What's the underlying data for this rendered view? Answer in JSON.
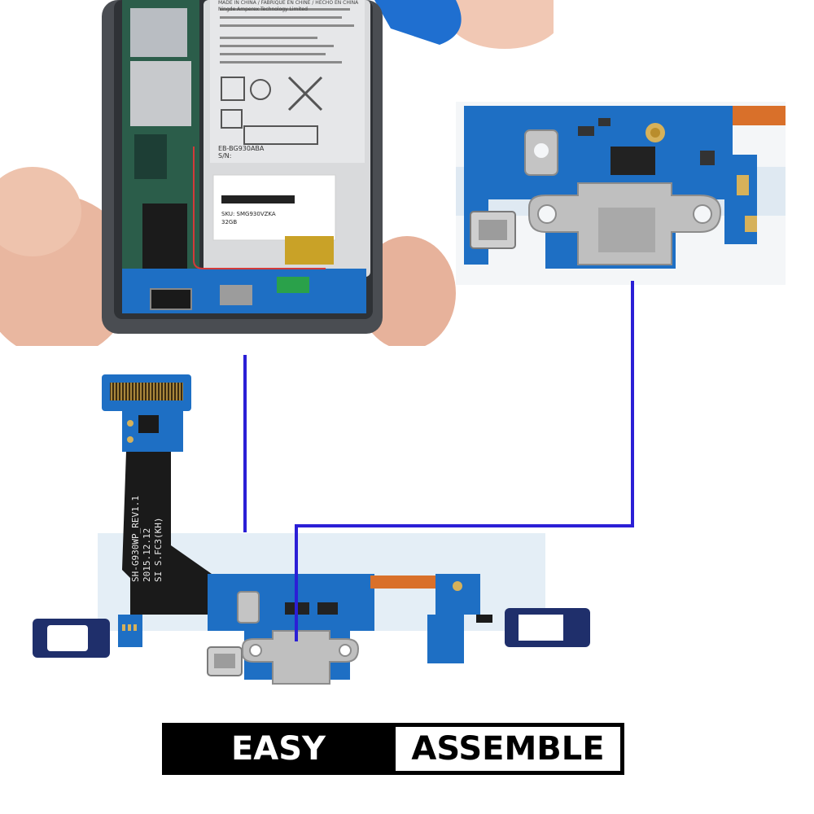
{
  "banner": {
    "left_label": "EASY",
    "right_label": "ASSEMBLE"
  },
  "battery_label": {
    "line1": "MADE IN CHINA / FABRIQUE EN CHINE / HECHO EN CHINA",
    "line2": "Ningde Amperex Technology Limited",
    "model": "EB-BG930ABA",
    "serial_prefix": "S/N:",
    "sticker_line1": "SKU: SMG930VZKA",
    "sticker_line2": "32GB"
  },
  "flex_text": {
    "line1": "SH-G930WP_REV1.1",
    "line2": "2015.12.12",
    "line3": "SI S.FC3(KH)"
  },
  "colors": {
    "pcb_blue": "#1e6fc4",
    "flex_black": "#1a1a1a",
    "connector_metal": "#bfbfbf",
    "pointer_line": "#2b1fd6",
    "flex_orange": "#d9702a",
    "gasket_navy": "#1f2f6b"
  }
}
